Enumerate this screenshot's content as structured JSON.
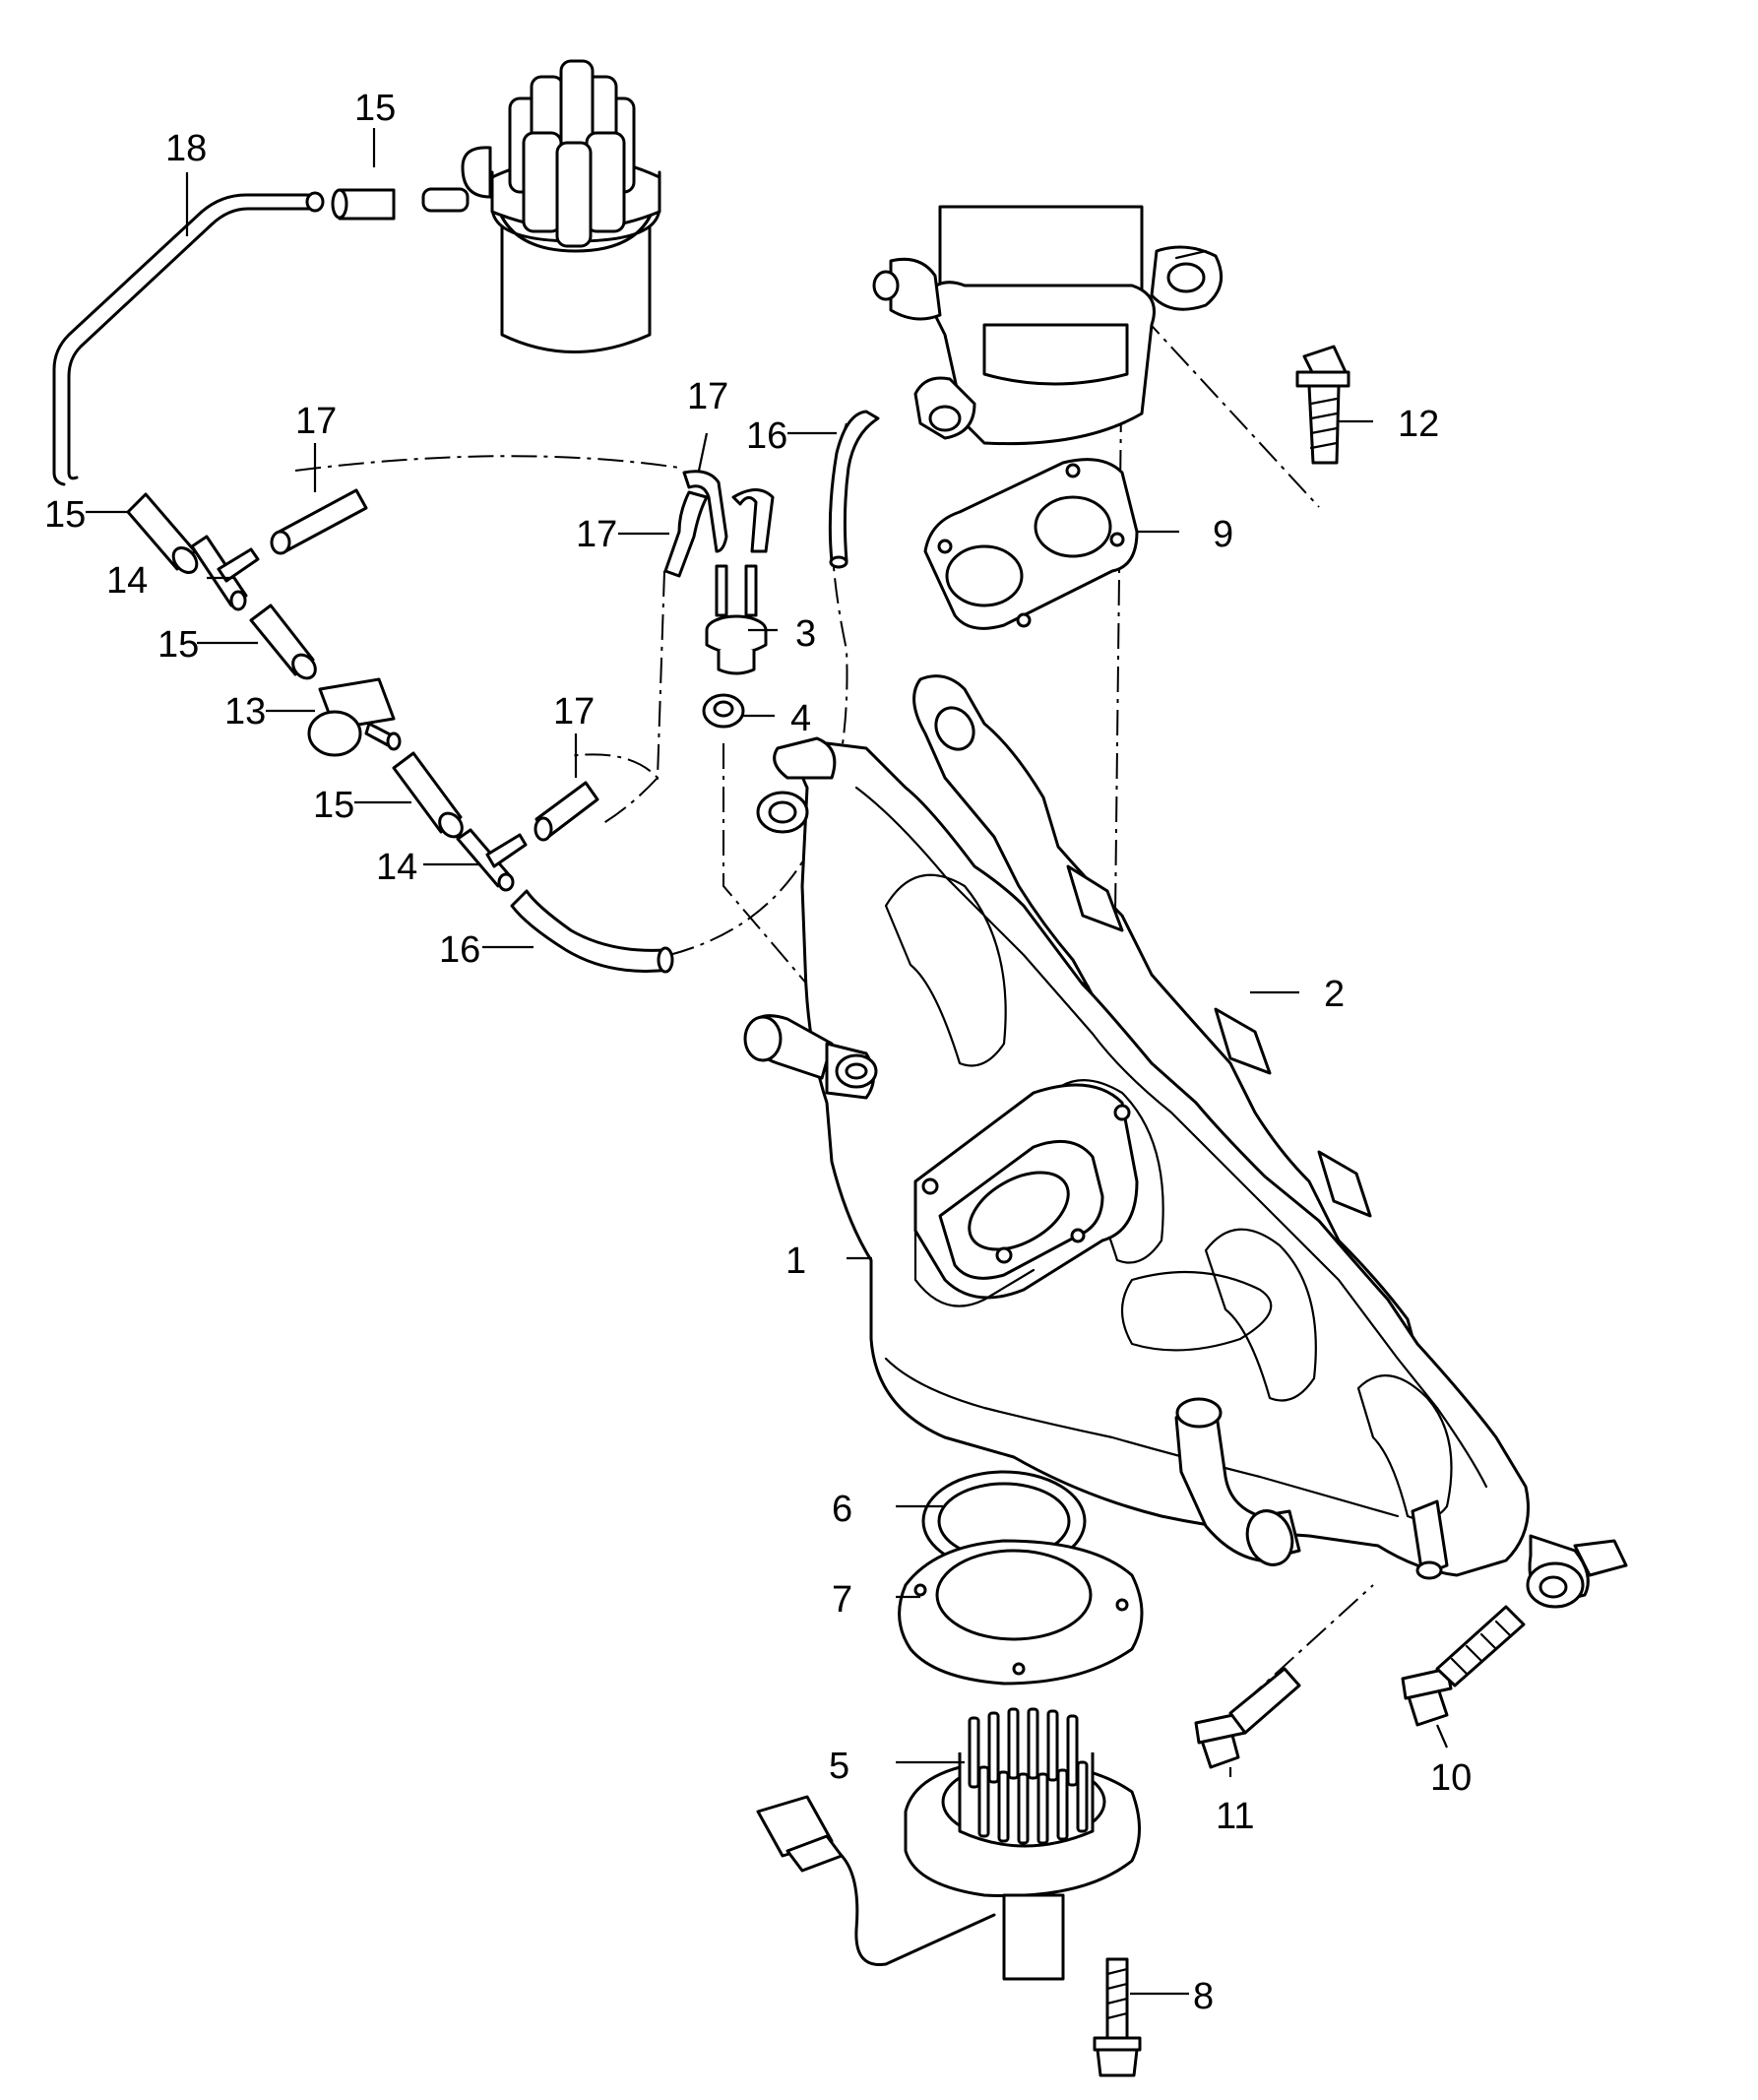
{
  "labels": {
    "c1": "1",
    "c2": "2",
    "c3": "3",
    "c4": "4",
    "c5": "5",
    "c6": "6",
    "c7": "7",
    "c8": "8",
    "c9": "9",
    "c10": "10",
    "c11": "11",
    "c12": "12",
    "c13": "13",
    "c14a": "14",
    "c14b": "14",
    "c15a": "15",
    "c15b": "15",
    "c15c": "15",
    "c15d": "15",
    "c16a": "16",
    "c16b": "16",
    "c17a": "17",
    "c17b": "17",
    "c17c": "17",
    "c17d": "17",
    "c18": "18"
  }
}
